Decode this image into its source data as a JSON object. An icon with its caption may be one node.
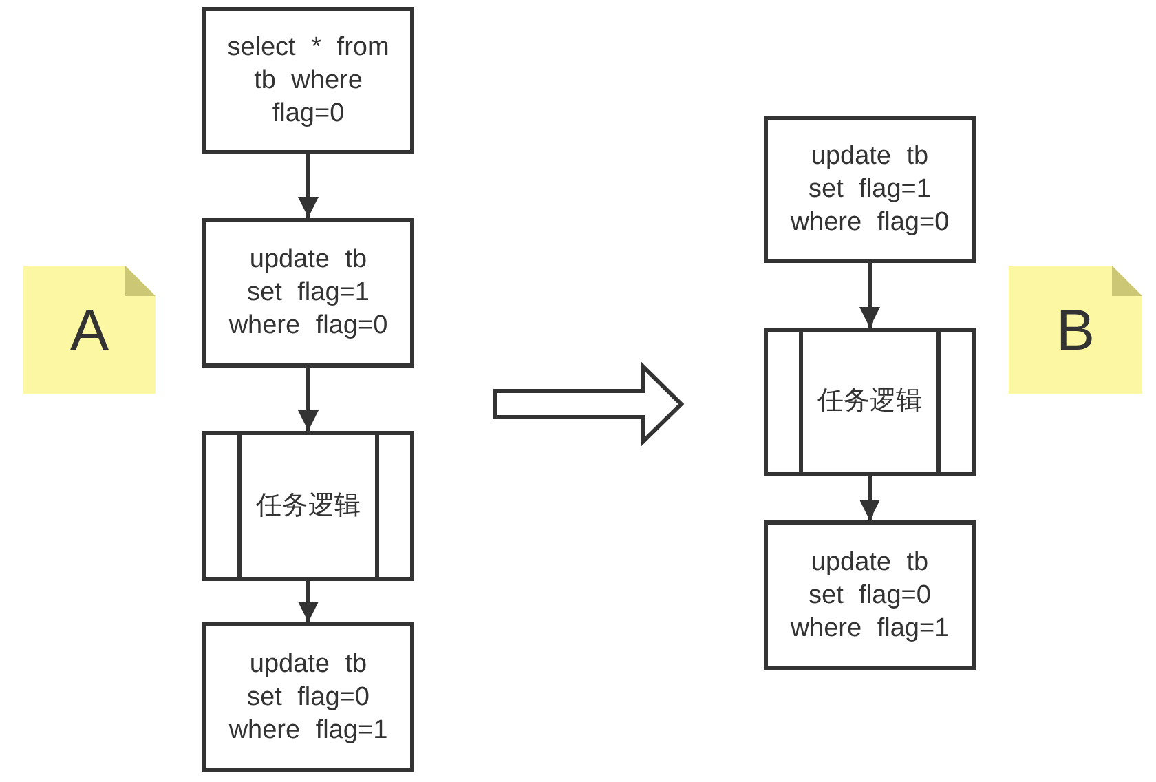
{
  "diagram": {
    "nodes": [
      {
        "text": [
          "A"
        ]
      },
      {
        "text": [
          "select * from tb where flag=0"
        ]
      },
      {
        "text": [
          "update tb set flag=1 where flag=0"
        ]
      },
      {
        "text": [
          "任务逻辑"
        ]
      },
      {
        "text": [
          "update tb set flag=0 where flag=1"
        ]
      },
      {
        "text": [
          "update tb set flag=1 where flag=0"
        ]
      },
      {
        "text": [
          "任务逻辑"
        ]
      },
      {
        "text": [
          "update tb set flag=0 where flag=1"
        ]
      },
      {
        "text": [
          "B"
        ]
      }
    ],
    "edges": [
      {
        "from": 1,
        "to": 2,
        "arrow": "to"
      },
      {
        "from": 2,
        "to": 3,
        "arrow": "to"
      },
      {
        "from": 3,
        "to": 4,
        "arrow": "to"
      },
      {
        "from": 5,
        "to": 6,
        "arrow": "to"
      },
      {
        "from": 6,
        "to": 7,
        "arrow": "to"
      }
    ]
  }
}
